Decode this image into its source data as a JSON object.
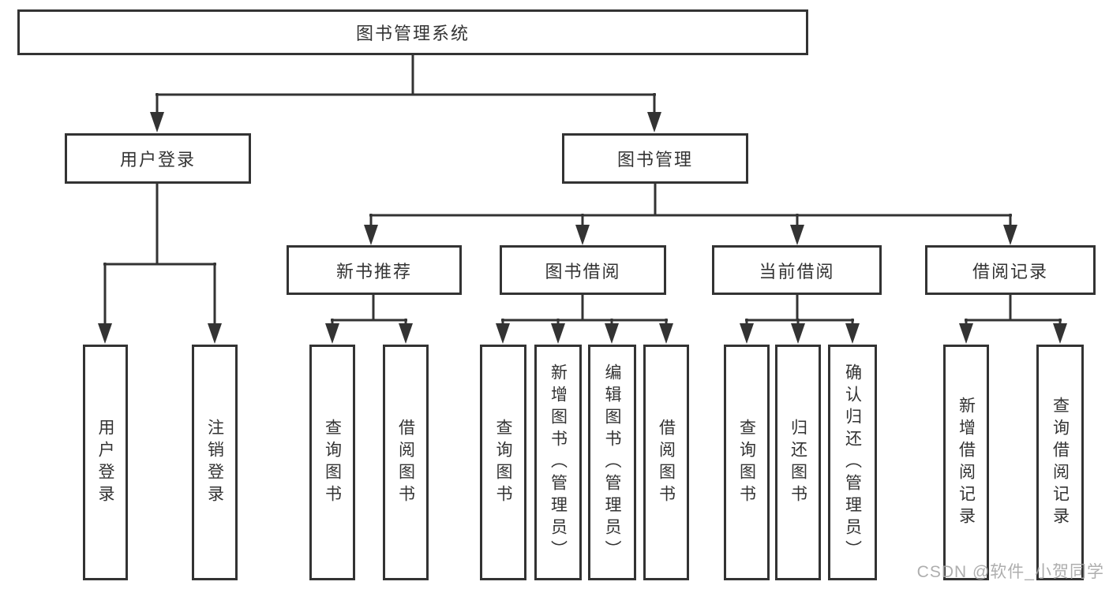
{
  "diagram_type": "hierarchy-tree",
  "colors": {
    "line": "#333333",
    "box_border": "#333333",
    "text": "#333333",
    "background": "#ffffff",
    "watermark": "#a5a5a5"
  },
  "tree": {
    "label": "图书管理系统",
    "children": [
      {
        "label": "用户登录",
        "children": [
          {
            "label": "用户登录"
          },
          {
            "label": "注销登录"
          }
        ]
      },
      {
        "label": "图书管理",
        "children": [
          {
            "label": "新书推荐",
            "children": [
              {
                "label": "查询图书"
              },
              {
                "label": "借阅图书"
              }
            ]
          },
          {
            "label": "图书借阅",
            "children": [
              {
                "label": "查询图书"
              },
              {
                "label": "新增图书（管理员）"
              },
              {
                "label": "编辑图书（管理员）"
              },
              {
                "label": "借阅图书"
              }
            ]
          },
          {
            "label": "当前借阅",
            "children": [
              {
                "label": "查询图书"
              },
              {
                "label": "归还图书"
              },
              {
                "label": "确认归还（管理员）"
              }
            ]
          },
          {
            "label": "借阅记录",
            "children": [
              {
                "label": "新增借阅记录"
              },
              {
                "label": "查询借阅记录"
              }
            ]
          }
        ]
      }
    ]
  },
  "watermark": {
    "text": "CSDN @软件_小贺同学"
  }
}
